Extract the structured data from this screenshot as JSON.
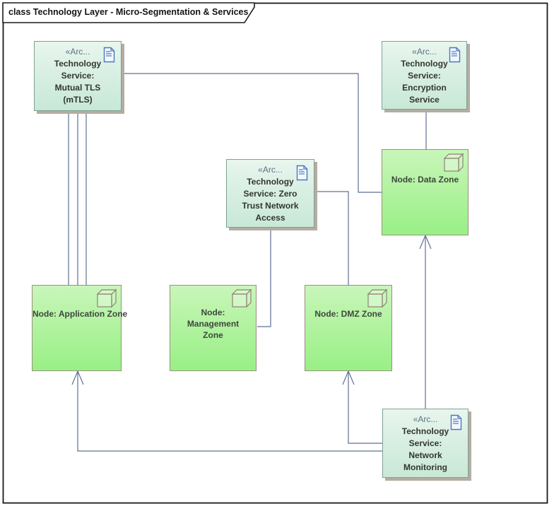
{
  "diagram": {
    "title": "class Technology Layer - Micro-Segmentation & Services"
  },
  "elements": {
    "mtls": {
      "stereotype": "«Arc...",
      "lines": [
        "Technology",
        "Service:",
        "Mutual TLS",
        "(mTLS)"
      ]
    },
    "encryption": {
      "stereotype": "«Arc...",
      "lines": [
        "Technology",
        "Service:",
        "Encryption",
        "Service"
      ]
    },
    "zerotrust": {
      "stereotype": "«Arc...",
      "lines": [
        "Technology",
        "Service: Zero",
        "Trust Network",
        "Access"
      ]
    },
    "netmon": {
      "stereotype": "«Arc...",
      "lines": [
        "Technology",
        "Service:",
        "Network",
        "Monitoring"
      ]
    },
    "datazone": {
      "label": "Node: Data Zone"
    },
    "appzone": {
      "label": "Node: Application Zone"
    },
    "mgmtzone": {
      "label": "Node: Management Zone"
    },
    "dmzzone": {
      "label": "Node: DMZ Zone"
    }
  },
  "colors": {
    "service_fill_top": "#e9f6ee",
    "service_fill_bottom": "#c8e8d7",
    "service_border": "#7fa092",
    "node_fill_top": "#c9f6ba",
    "node_fill_bottom": "#99f086",
    "node_border": "#9c8e80",
    "connector": "#5f7096",
    "document_icon_blue": "#4a77be",
    "frame_border": "#1a1a1a",
    "stereotype_text": "#5e7086",
    "label_text": "#32362d"
  }
}
